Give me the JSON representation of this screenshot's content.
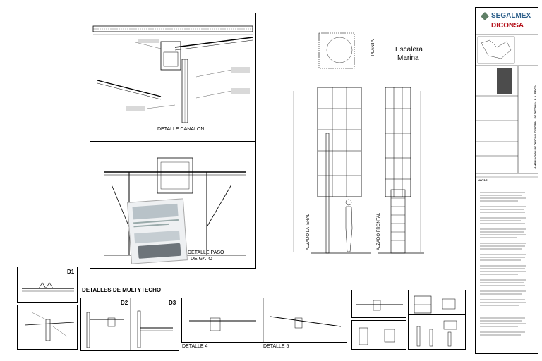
{
  "company": {
    "logo_text": "SEGALMEX",
    "brand": "DICONSA",
    "brand_color": "#b5121b",
    "logo_color": "#2d5f8a"
  },
  "sheet": {
    "title_block_vertical": "AMPLIACIÓN DE OFICINA CENTRAL DE DICONSA S.A. DE C.V.",
    "notes_title": "NOTAS"
  },
  "details": {
    "canalon": "DETALLE CANALON",
    "paso_gato_line1": "DETALLE PASO",
    "paso_gato_line2": "DE GATO",
    "escalera_line1": "Escalera",
    "escalera_line2": "Marina",
    "planta": "PLANTA",
    "alzado_lateral": "ALZADO LATERAL",
    "alzado_frontal": "ALZADO FRONTAL",
    "multytecho": "DETALLES DE MULTYTECHO",
    "d1": "D1",
    "d2": "D2",
    "d3": "D3",
    "detalle4": "DETALLE 4",
    "detalle5": "DETALLE 5"
  }
}
